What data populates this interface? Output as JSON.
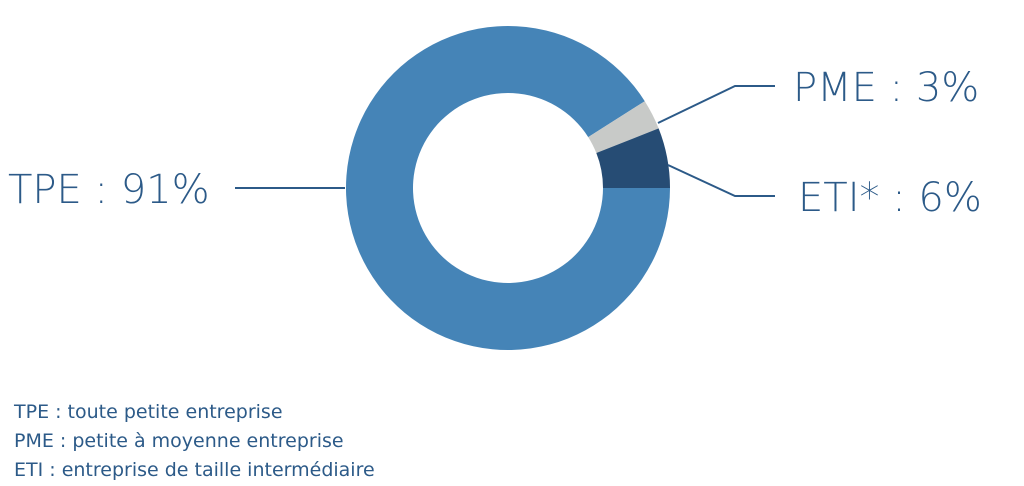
{
  "chart_data": {
    "type": "pie",
    "variant": "donut",
    "categories": [
      "TPE",
      "PME",
      "ETI*"
    ],
    "values": [
      91,
      3,
      6
    ],
    "unit": "%",
    "labels": [
      "TPE : 91%",
      "PME : 3%",
      "ETI* : 6%"
    ],
    "colors": [
      "#4584b7",
      "#c8cac8",
      "#264c74"
    ]
  },
  "legend": [
    "TPE : toute petite entreprise",
    "PME : petite à moyenne entreprise",
    "ETI : entreprise de taille intermédiaire"
  ]
}
